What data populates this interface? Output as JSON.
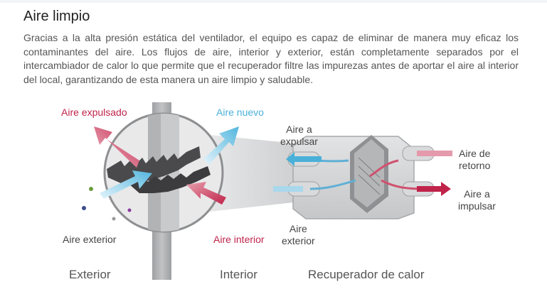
{
  "section": {
    "title": "Aire limpio",
    "description": "Gracias a la alta presión estática del ventilador, el equipo es capaz de eliminar de manera muy eficaz los contaminantes del aire. Los flujos de aire, interior y exterior, están completamente separados por el intercambiador de calor lo que permite que el recuperador filtre las impurezas antes de aportar el aire al interior del local, garantizando de esta manera un aire limpio y saludable."
  },
  "diagram": {
    "labels": {
      "aire_expulsado": "Aire expulsado",
      "aire_nuevo": "Aire nuevo",
      "aire_exterior_left": "Aire exterior",
      "aire_interior": "Aire interior",
      "aire_a_expulsar": [
        "Aire a",
        "expulsar"
      ],
      "aire_de_retorno": [
        "Aire de",
        "retorno"
      ],
      "aire_a_impulsar": [
        "Aire a",
        "impulsar"
      ],
      "aire_exterior_right": [
        "Aire",
        "exterior"
      ]
    },
    "sections": {
      "exterior": "Exterior",
      "interior": "Interior",
      "recuperador": "Recuperador de calor"
    }
  },
  "colors": {
    "red_arrow": "#c0234a",
    "blue_arrow": "#4ab0d8",
    "wall": "#a9aaac",
    "unit": "#d5d6d8"
  }
}
